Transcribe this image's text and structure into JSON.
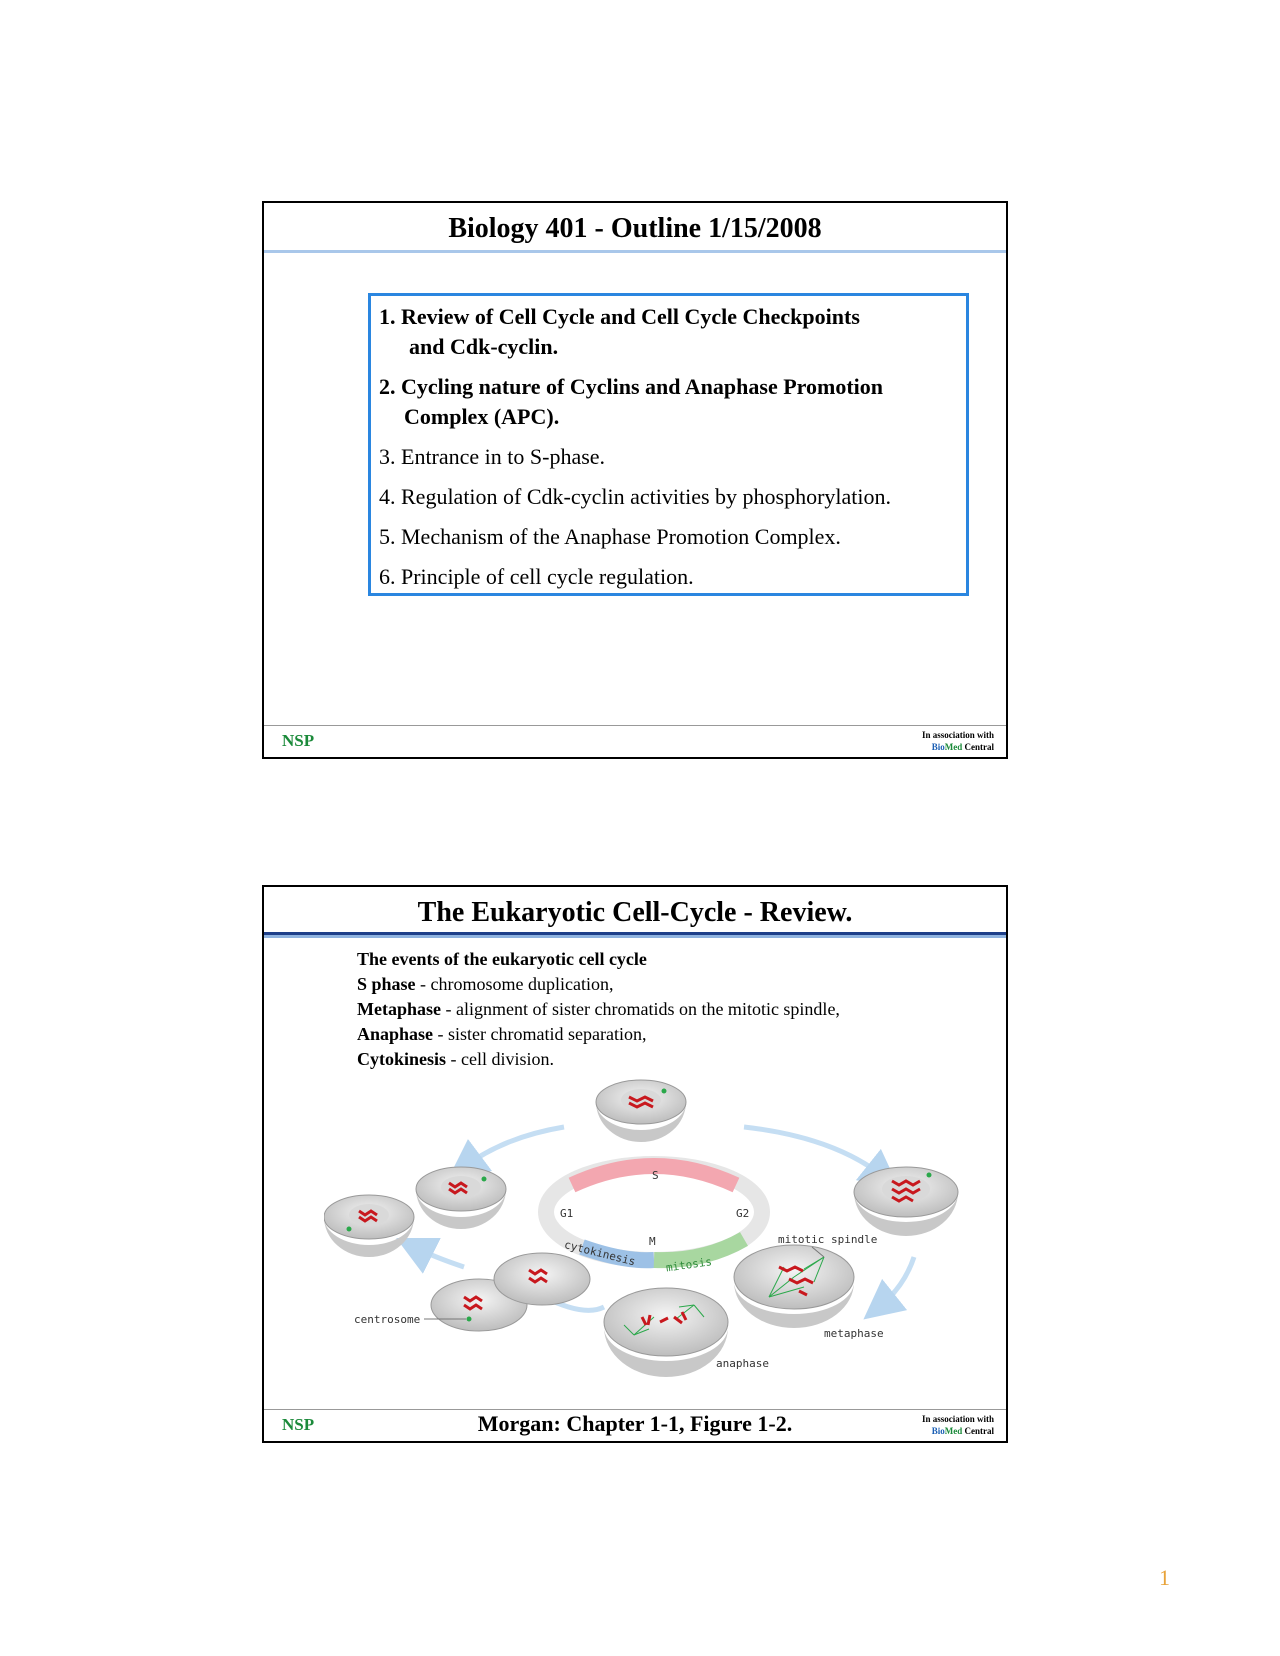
{
  "slide1": {
    "title": "Biology 401 - Outline 1/15/2008",
    "items": [
      {
        "line1": "1. Review of Cell Cycle and Cell Cycle Checkpoints",
        "line2": "and Cdk-cyclin."
      },
      {
        "line1": "2. Cycling nature of Cyclins and Anaphase Promotion",
        "line2": "Complex (APC)."
      },
      {
        "line1": "3. Entrance in to S-phase."
      },
      {
        "line1": "4. Regulation of Cdk-cyclin activities by phosphorylation."
      },
      {
        "line1": "5. Mechanism of the Anaphase Promotion Complex."
      },
      {
        "line1": "6. Principle of cell cycle regulation."
      }
    ],
    "footer_left": "NSP",
    "footer_right_line1": "In association with",
    "footer_bio": "Bio",
    "footer_med": "Med",
    "footer_central": " Central"
  },
  "slide2": {
    "title": "The Eukaryotic Cell-Cycle - Review.",
    "intro": "The events of the eukaryotic cell cycle",
    "events": [
      {
        "term": "S phase",
        "desc": " - chromosome duplication,"
      },
      {
        "term": "Metaphase",
        "desc": " - alignment of sister chromatids on the mitotic spindle,"
      },
      {
        "term": "Anaphase",
        "desc": " - sister chromatid separation,"
      },
      {
        "term": "Cytokinesis",
        "desc": " - cell division."
      }
    ],
    "figure_labels": {
      "s": "S",
      "g1": "G1",
      "g2": "G2",
      "m": "M",
      "cytokinesis": "cytokinesis",
      "mitosis": "mitosis",
      "mitotic_spindle": "mitotic spindle",
      "centrosome": "centrosome",
      "metaphase": "metaphase",
      "anaphase": "anaphase"
    },
    "caption": "Morgan: Chapter 1-1, Figure 1-2.",
    "footer_left": "NSP",
    "footer_right_line1": "In association with",
    "footer_bio": "Bio",
    "footer_med": "Med",
    "footer_central": " Central"
  },
  "page_number": "1"
}
